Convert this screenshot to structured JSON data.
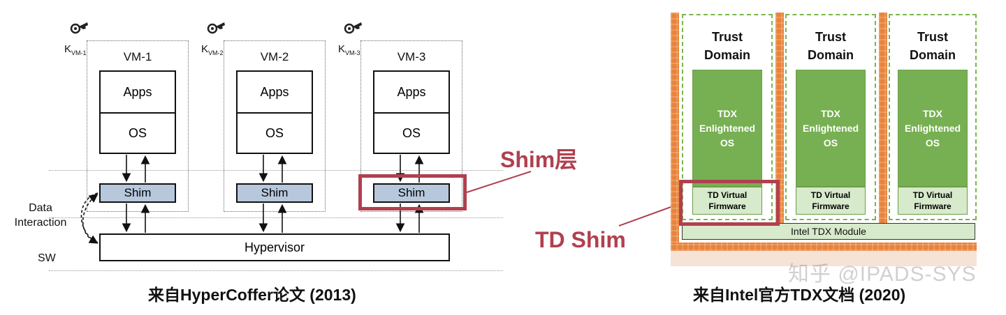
{
  "left_diagram": {
    "vms": [
      {
        "key_main": "K",
        "key_sub": "VM-1",
        "title": "VM-1",
        "apps": "Apps",
        "os": "OS",
        "shim": "Shim"
      },
      {
        "key_main": "K",
        "key_sub": "VM-2",
        "title": "VM-2",
        "apps": "Apps",
        "os": "OS",
        "shim": "Shim"
      },
      {
        "key_main": "K",
        "key_sub": "VM-3",
        "title": "VM-3",
        "apps": "Apps",
        "os": "OS",
        "shim": "Shim"
      }
    ],
    "hypervisor": "Hypervisor",
    "data_interaction": [
      "Data",
      "Interaction"
    ],
    "sw": "SW",
    "caption": "来自HyperCoffer论文 (2013)"
  },
  "annotations": {
    "shim_layer": "Shim层",
    "td_shim": "TD Shim",
    "highlight_color": "#b0404f"
  },
  "right_diagram": {
    "domains": [
      {
        "title": [
          "Trust",
          "Domain"
        ],
        "os": [
          "TDX",
          "Enlightened",
          "OS"
        ],
        "firmware": [
          "TD Virtual",
          "Firmware"
        ]
      },
      {
        "title": [
          "Trust",
          "Domain"
        ],
        "os": [
          "TDX",
          "Enlightened",
          "OS"
        ],
        "firmware": [
          "TD Virtual",
          "Firmware"
        ]
      },
      {
        "title": [
          "Trust",
          "Domain"
        ],
        "os": [
          "TDX",
          "Enlightened",
          "OS"
        ],
        "firmware": [
          "TD Virtual",
          "Firmware"
        ]
      }
    ],
    "module": "Intel TDX Module",
    "caption": "来自Intel官方TDX文档 (2020)",
    "colors": {
      "green": "#77b052",
      "light_green": "#d7eacb",
      "brick": "#e8833a",
      "dashed": "#7ab648"
    }
  },
  "watermark": "知乎 @IPADS-SYS",
  "icons": [
    "key-icon"
  ]
}
